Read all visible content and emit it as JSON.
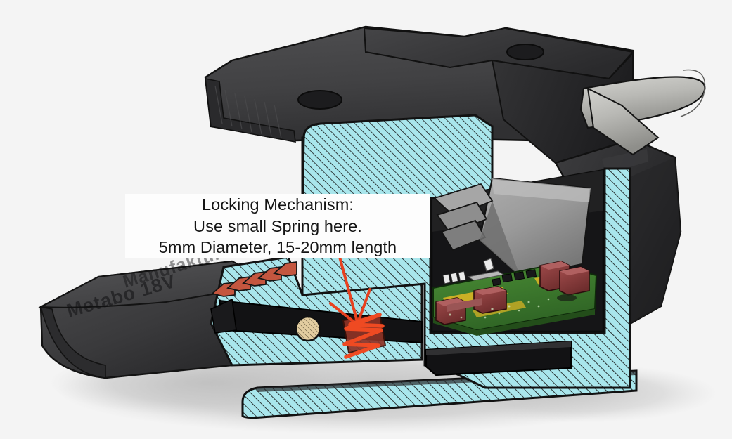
{
  "scene": {
    "kind": "cad-section-render",
    "background_color": "#f4f4f4",
    "shadow_color": "#c9c9c9"
  },
  "annotation": {
    "name": "locking-mechanism-note",
    "lines": [
      "Locking Mechanism:",
      "Use small Spring here.",
      "5mm Diameter, 15-20mm length"
    ],
    "line1": "Locking Mechanism:",
    "line2": "Use small Spring here.",
    "line3": "5mm Diameter, 15-20mm length",
    "box_color": "#fdfdfd",
    "text_color": "#151515",
    "arrow_color": "#e8411f"
  },
  "markup": {
    "arrow_label": "callout-arrow",
    "spring_label": "spring-sketch",
    "spring_color": "#ef4a22"
  },
  "model": {
    "battery_label_top": "Manufaktur",
    "battery_label_main": "Metabo 18V",
    "housing_color": "#3c3c3e",
    "housing_light": "#565658",
    "section_fill": "#a9e6ec",
    "section_hatch": "#1a1a1a",
    "pcb_color": "#3f7d2e",
    "pcb_pad_color": "#e3b824",
    "component_color": "#8e3b3b",
    "terminal_color": "#c4563f",
    "rod_color": "#b4b4b0",
    "bracket_color": "#9a9a9a",
    "pin_color": "#e2cda0"
  },
  "parts": [
    {
      "name": "battery-pack-body",
      "material": "plastic",
      "color": "#3c3c3e"
    },
    {
      "name": "tool-housing",
      "material": "plastic",
      "color": "#3c3c3e"
    },
    {
      "name": "section-cut-surface",
      "material": "hatched",
      "color": "#a9e6ec"
    },
    {
      "name": "circuit-board",
      "material": "fr4",
      "color": "#3f7d2e"
    },
    {
      "name": "push-rod",
      "material": "metal",
      "color": "#b4b4b0"
    },
    {
      "name": "metal-bracket",
      "material": "metal",
      "color": "#9a9a9a"
    },
    {
      "name": "battery-terminals",
      "material": "copper",
      "color": "#c4563f"
    },
    {
      "name": "locking-latch-arm",
      "material": "plastic",
      "color": "#1c1c1c"
    },
    {
      "name": "pivot-pin",
      "material": "brass",
      "color": "#e2cda0"
    },
    {
      "name": "bottom-rail",
      "material": "hatched",
      "color": "#a9e6ec"
    }
  ]
}
